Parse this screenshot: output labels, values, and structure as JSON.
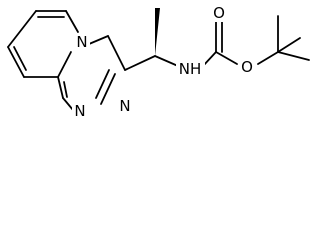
{
  "structure": {
    "atoms": {
      "ring_n": "N",
      "triazole_n_lower": "N",
      "triazole_n_upper": "N",
      "amide_nh": "NH",
      "carbonyl_o": "O",
      "ester_o": "O"
    },
    "colors": {
      "bond": "#000000",
      "label": "#000000",
      "background": "#ffffff"
    }
  }
}
